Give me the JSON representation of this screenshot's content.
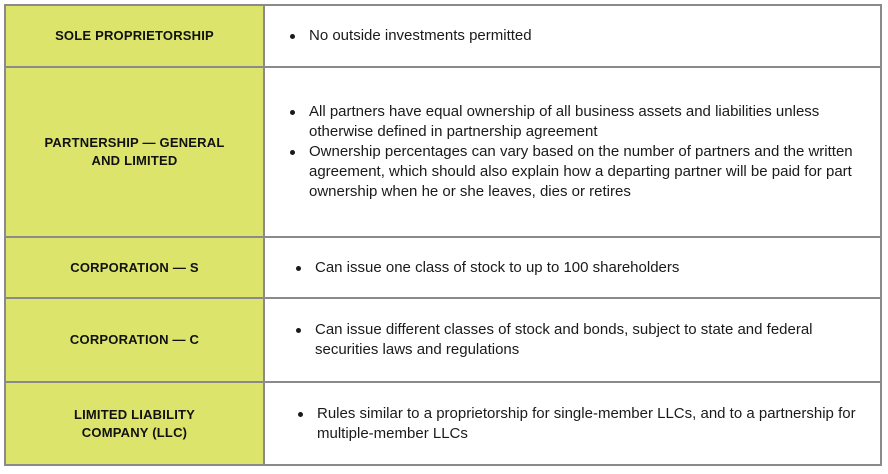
{
  "rows": [
    {
      "label": "SOLE PROPRIETORSHIP",
      "bullets": [
        "No outside investments permitted"
      ]
    },
    {
      "label": "PARTNERSHIP — GENERAL AND LIMITED",
      "bullets": [
        "All partners have equal ownership of all business assets and liabilities unless otherwise defined in partnership agreement",
        "Ownership percentages can vary based on the number of partners and the written agreement, which should also explain how a departing partner will be paid for part ownership when he or she leaves, dies or retires"
      ]
    },
    {
      "label": "CORPORATION — S",
      "bullets": [
        "Can issue one class of stock to up to 100 shareholders"
      ]
    },
    {
      "label": "CORPORATION — C",
      "bullets": [
        "Can issue different classes of stock and bonds, subject to state and federal securities laws and regulations"
      ]
    },
    {
      "label": "LIMITED LIABILITY COMPANY (LLC)",
      "bullets": [
        "Rules similar to a proprietorship for single-member LLCs, and to a partnership for multiple-member LLCs"
      ]
    }
  ]
}
